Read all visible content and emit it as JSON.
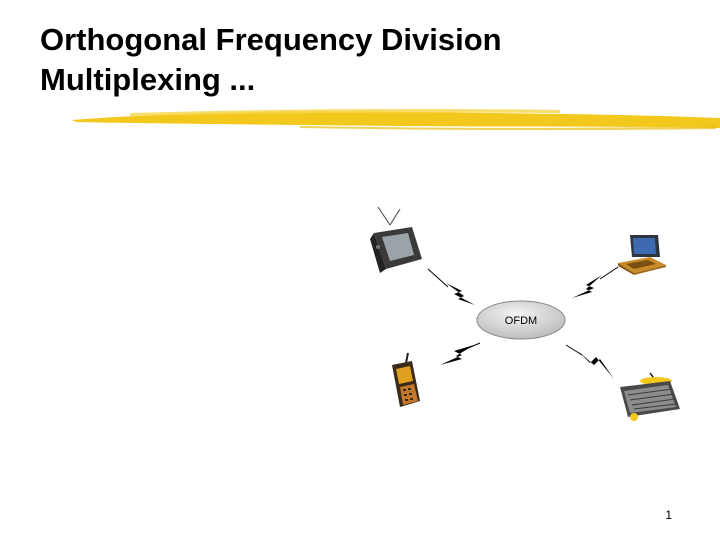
{
  "slide": {
    "title_line1": "Orthogonal Frequency Division",
    "title_line2": "Multiplexing ...",
    "page_number": "1"
  },
  "diagram": {
    "hub_label": "OFDM",
    "devices": [
      "television-icon",
      "laptop-icon",
      "cell-phone-icon",
      "radio-icon"
    ],
    "links": [
      "lightning-link-icon",
      "lightning-link-icon",
      "lightning-link-icon",
      "lightning-link-icon"
    ]
  },
  "colors": {
    "accent_rule": "#F2C81C",
    "hub_fill": "#d8d8d8",
    "text": "#000000"
  }
}
